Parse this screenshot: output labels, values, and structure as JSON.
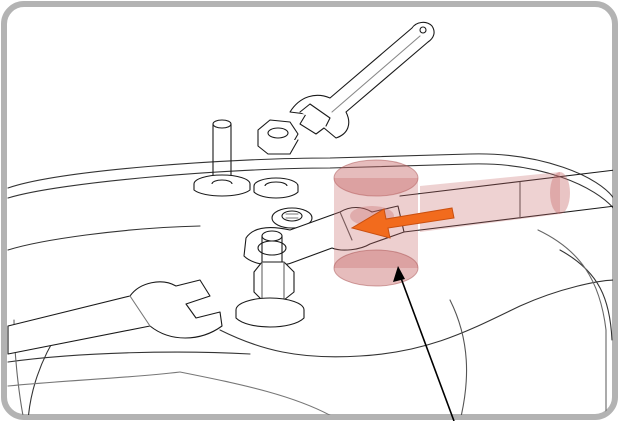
{
  "figure": {
    "kind": "exploded-assembly-illustration",
    "panel": {
      "border": "#b3b3b3",
      "background": "#ffffff"
    },
    "colors": {
      "line": "#1a1a1a",
      "highlight_part": "#c86b6b",
      "direction_arrow": "#f26b1d",
      "callout_line": "#000000"
    },
    "parts": [
      "upper-wrench",
      "hex-nut",
      "stud-bolt",
      "flat-washer",
      "lock-washer",
      "cable-lug",
      "battery-terminal-post",
      "lower-wrench",
      "battery-case"
    ],
    "direction_arrow": {
      "icon": "arrow-left-icon",
      "meaning": "slide-lug-off-terminal"
    },
    "callout": {
      "icon": "callout-leader-line",
      "target": "battery-terminal-post"
    }
  }
}
